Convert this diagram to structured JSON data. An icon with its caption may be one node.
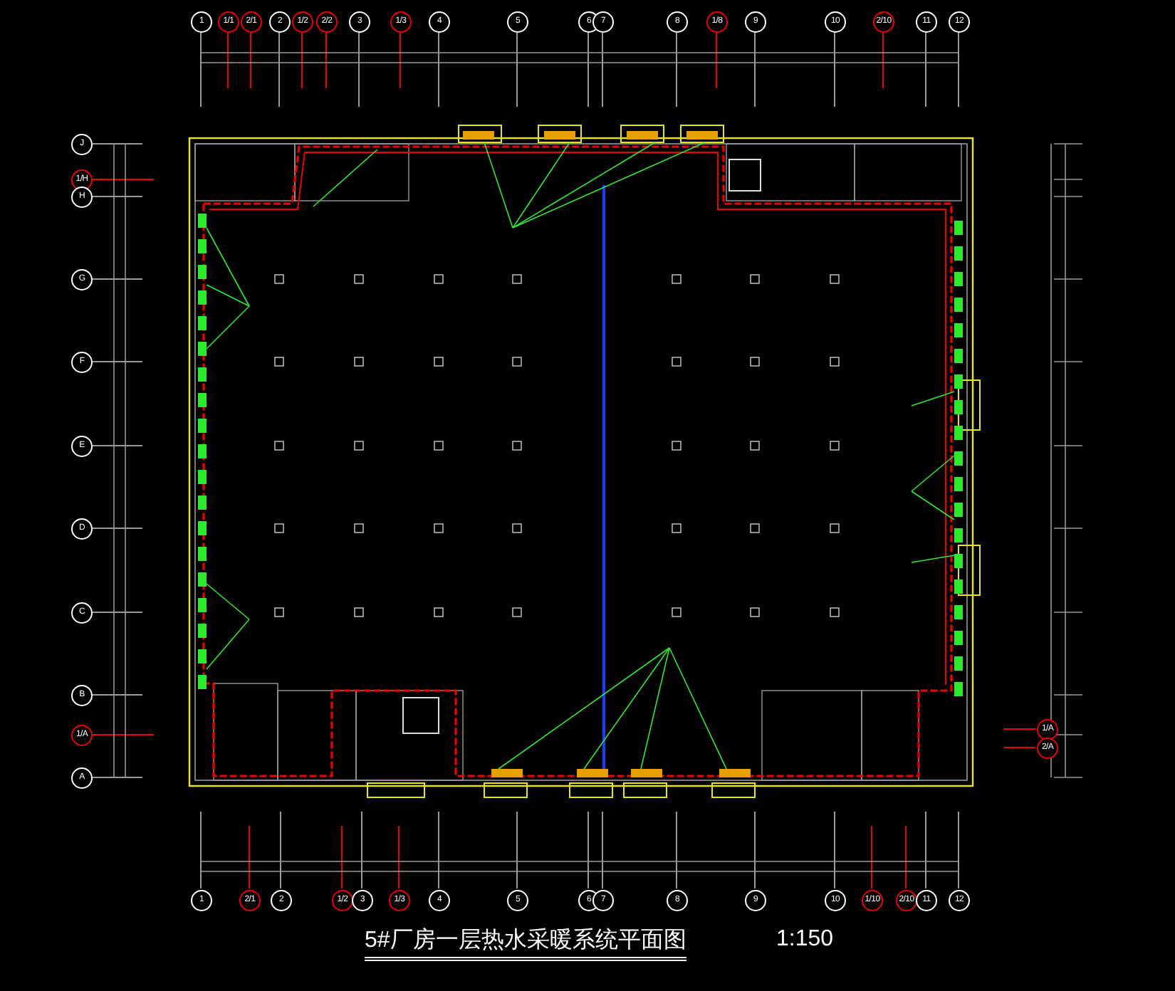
{
  "diagram": {
    "title": "5#厂房一层热水采暖系统平面图",
    "nodes": [
      {
        "text": [
          "1"
        ]
      },
      {
        "text": [
          "1/1"
        ]
      },
      {
        "text": [
          "2/1"
        ]
      },
      {
        "text": [
          "2"
        ]
      },
      {
        "text": [
          "1/2"
        ]
      },
      {
        "text": [
          "2/2"
        ]
      },
      {
        "text": [
          "3"
        ]
      },
      {
        "text": [
          "1/3"
        ]
      },
      {
        "text": [
          "4"
        ]
      },
      {
        "text": [
          "5"
        ]
      },
      {
        "text": [
          "6"
        ]
      },
      {
        "text": [
          "7"
        ]
      },
      {
        "text": [
          "8"
        ]
      },
      {
        "text": [
          "1/8"
        ]
      },
      {
        "text": [
          "9"
        ]
      },
      {
        "text": [
          "10"
        ]
      },
      {
        "text": [
          "2/10"
        ]
      },
      {
        "text": [
          "11"
        ]
      },
      {
        "text": [
          "12"
        ]
      },
      {
        "text": [
          "J"
        ]
      },
      {
        "text": [
          "1/H"
        ]
      },
      {
        "text": [
          "H"
        ]
      },
      {
        "text": [
          "G"
        ]
      },
      {
        "text": [
          "F"
        ]
      },
      {
        "text": [
          "E"
        ]
      },
      {
        "text": [
          "D"
        ]
      },
      {
        "text": [
          "C"
        ]
      },
      {
        "text": [
          "B"
        ]
      },
      {
        "text": [
          "1/A"
        ]
      },
      {
        "text": [
          "A"
        ]
      },
      {
        "text": [
          "1/A"
        ]
      },
      {
        "text": [
          "2/A"
        ]
      },
      {
        "text": [
          "1"
        ]
      },
      {
        "text": [
          "2/1"
        ]
      },
      {
        "text": [
          "2"
        ]
      },
      {
        "text": [
          "1/2"
        ]
      },
      {
        "text": [
          "3"
        ]
      },
      {
        "text": [
          "1/3"
        ]
      },
      {
        "text": [
          "4"
        ]
      },
      {
        "text": [
          "5"
        ]
      },
      {
        "text": [
          "6"
        ]
      },
      {
        "text": [
          "7"
        ]
      },
      {
        "text": [
          "8"
        ]
      },
      {
        "text": [
          "9"
        ]
      },
      {
        "text": [
          "10"
        ]
      },
      {
        "text": [
          "1/10"
        ]
      },
      {
        "text": [
          "2/10"
        ]
      },
      {
        "text": [
          "11"
        ]
      },
      {
        "text": [
          "12"
        ]
      }
    ],
    "labels": [
      "1:150"
    ]
  }
}
